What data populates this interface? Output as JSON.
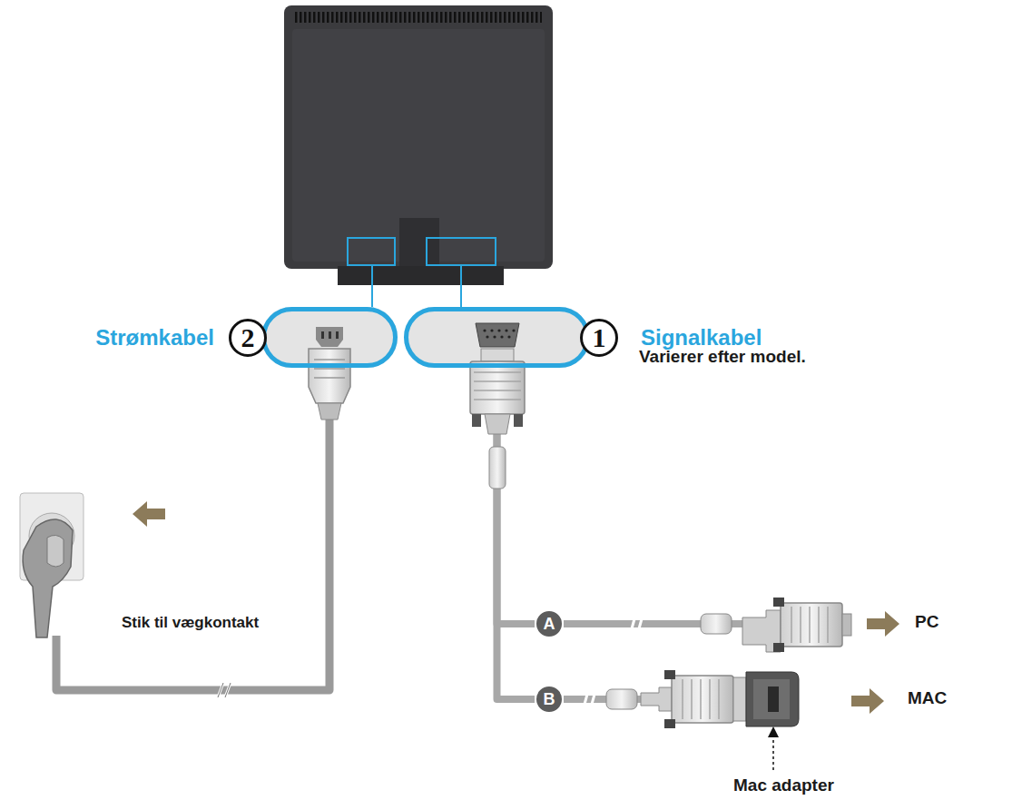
{
  "diagram": {
    "nodes": [
      {
        "text": [
          "Strømkabel",
          "2"
        ]
      },
      {
        "text": [
          "1",
          "Signalkabel"
        ]
      },
      {
        "text": [
          "A"
        ]
      },
      {
        "text": [
          "B"
        ]
      }
    ],
    "edges": [
      {
        "from": 1,
        "to": 2,
        "arrow": "none"
      },
      {
        "from": 1,
        "to": 3,
        "arrow": "none"
      }
    ],
    "labels": [
      "Varierer efter model.",
      "Stik til vægkontakt",
      "PC",
      "MAC",
      "Mac adapter"
    ]
  }
}
